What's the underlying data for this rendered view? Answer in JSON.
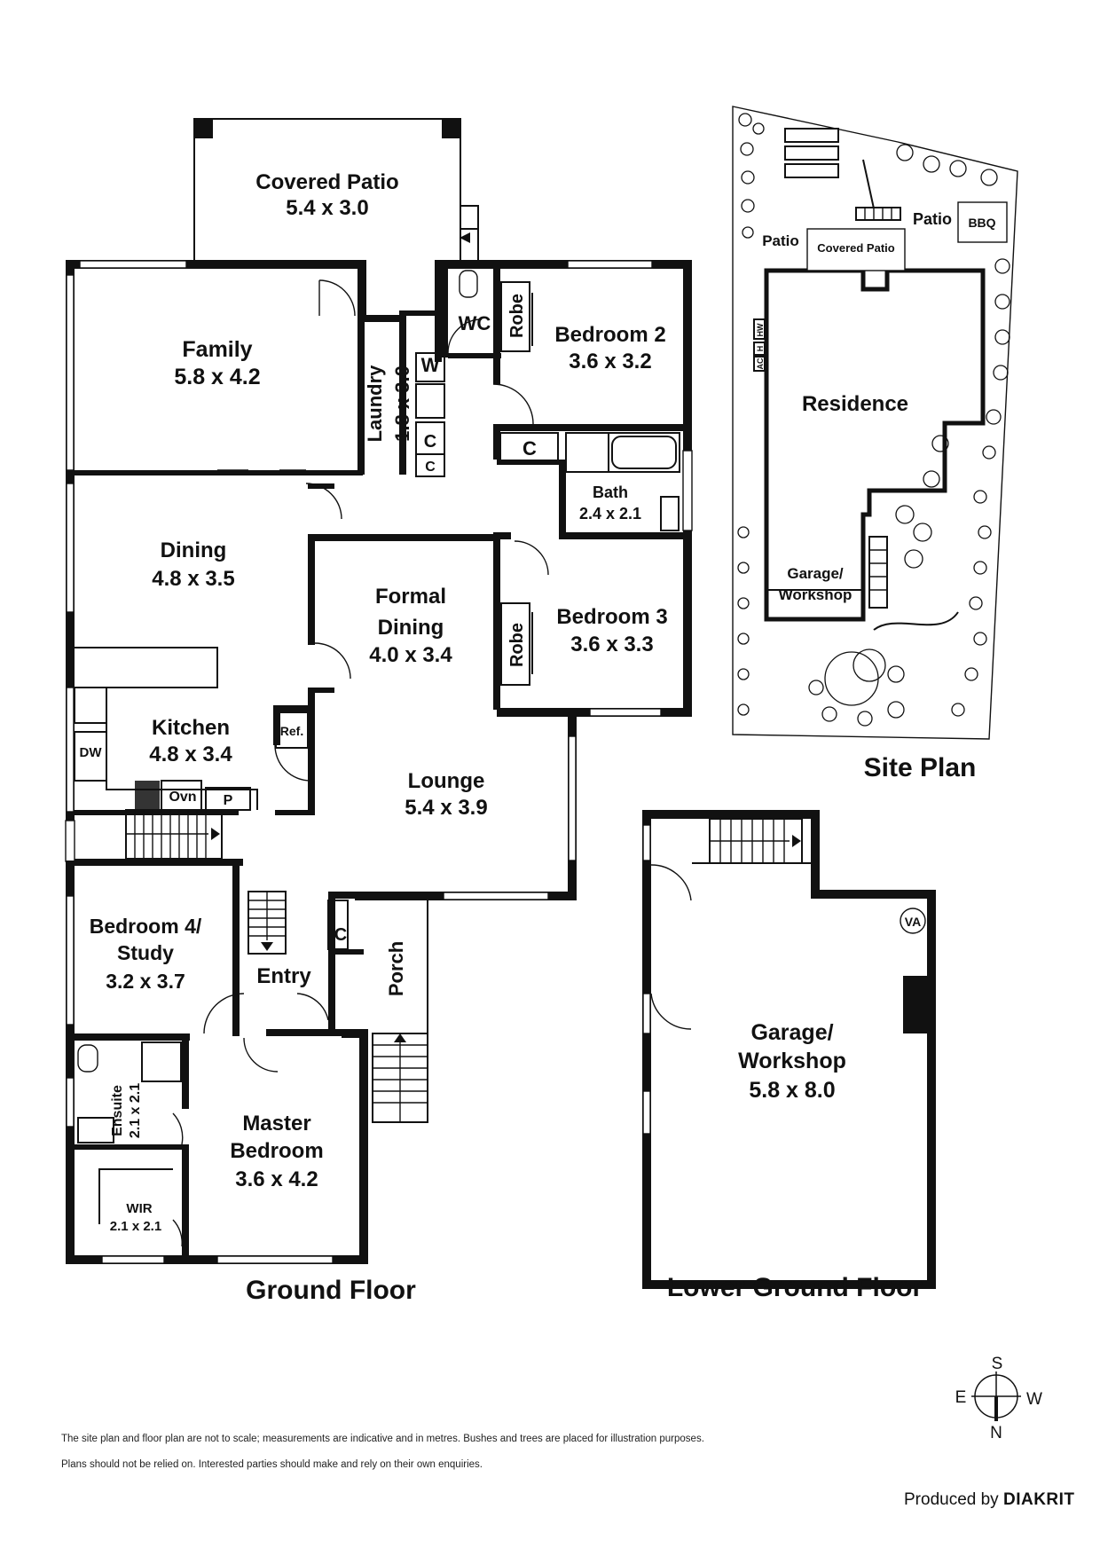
{
  "ground_floor": {
    "title": "Ground Floor",
    "rooms": {
      "covered_patio": {
        "name": "Covered Patio",
        "dims": "5.4 x 3.0"
      },
      "family": {
        "name": "Family",
        "dims": "5.8 x 4.2"
      },
      "laundry": {
        "name": "Laundry",
        "dims": "1.8 x 3.0"
      },
      "wc": {
        "name": "WC"
      },
      "bedroom2": {
        "name": "Bedroom 2",
        "dims": "3.6 x 3.2"
      },
      "bath": {
        "name": "Bath",
        "dims": "2.4 x 2.1"
      },
      "dining": {
        "name": "Dining",
        "dims": "4.8 x 3.5"
      },
      "formal_dining": {
        "name_line1": "Formal",
        "name_line2": "Dining",
        "dims": "4.0 x 3.4"
      },
      "bedroom3": {
        "name": "Bedroom 3",
        "dims": "3.6 x 3.3"
      },
      "kitchen": {
        "name": "Kitchen",
        "dims": "4.8 x 3.4"
      },
      "lounge": {
        "name": "Lounge",
        "dims": "5.4 x 3.9"
      },
      "bedroom4": {
        "name_line1": "Bedroom 4/",
        "name_line2": "Study",
        "dims": "3.2 x 3.7"
      },
      "entry": {
        "name": "Entry"
      },
      "porch": {
        "name": "Porch"
      },
      "ensuite": {
        "name": "Ensuite",
        "dims": "2.1 x 2.1"
      },
      "master": {
        "name_line1": "Master",
        "name_line2": "Bedroom",
        "dims": "3.6 x 4.2"
      },
      "wir": {
        "name": "WIR",
        "dims": "2.1 x 2.1"
      }
    },
    "fixtures": {
      "robe": "Robe",
      "cupboard": "C",
      "washer": "W",
      "dishwasher": "DW",
      "oven": "Ovn",
      "pantry": "P",
      "fridge": "Ref."
    }
  },
  "lower_ground_floor": {
    "title": "Lower Ground Floor",
    "garage": {
      "name_line1": "Garage/",
      "name_line2": "Workshop",
      "dims": "5.8 x 8.0"
    },
    "va": "VA"
  },
  "site_plan": {
    "title": "Site Plan",
    "labels": {
      "patio_left": "Patio",
      "patio_right": "Patio",
      "bbq": "BBQ",
      "covered_patio": "Covered Patio",
      "residence": "Residence",
      "garage_line1": "Garage/",
      "garage_line2": "Workshop",
      "ac": "AC",
      "h": "H",
      "hw": "HW"
    }
  },
  "compass": {
    "s": "S",
    "e": "E",
    "w": "W",
    "n": "N"
  },
  "footer": {
    "disclaimer1": "The site plan and floor plan are not to scale; measurements are indicative and in metres. Bushes and trees are placed for illustration purposes.",
    "disclaimer2": "Plans should not be relied on. Interested parties should make and rely on their own enquiries.",
    "produced_by": "Produced by",
    "brand": "DIAKRIT"
  }
}
